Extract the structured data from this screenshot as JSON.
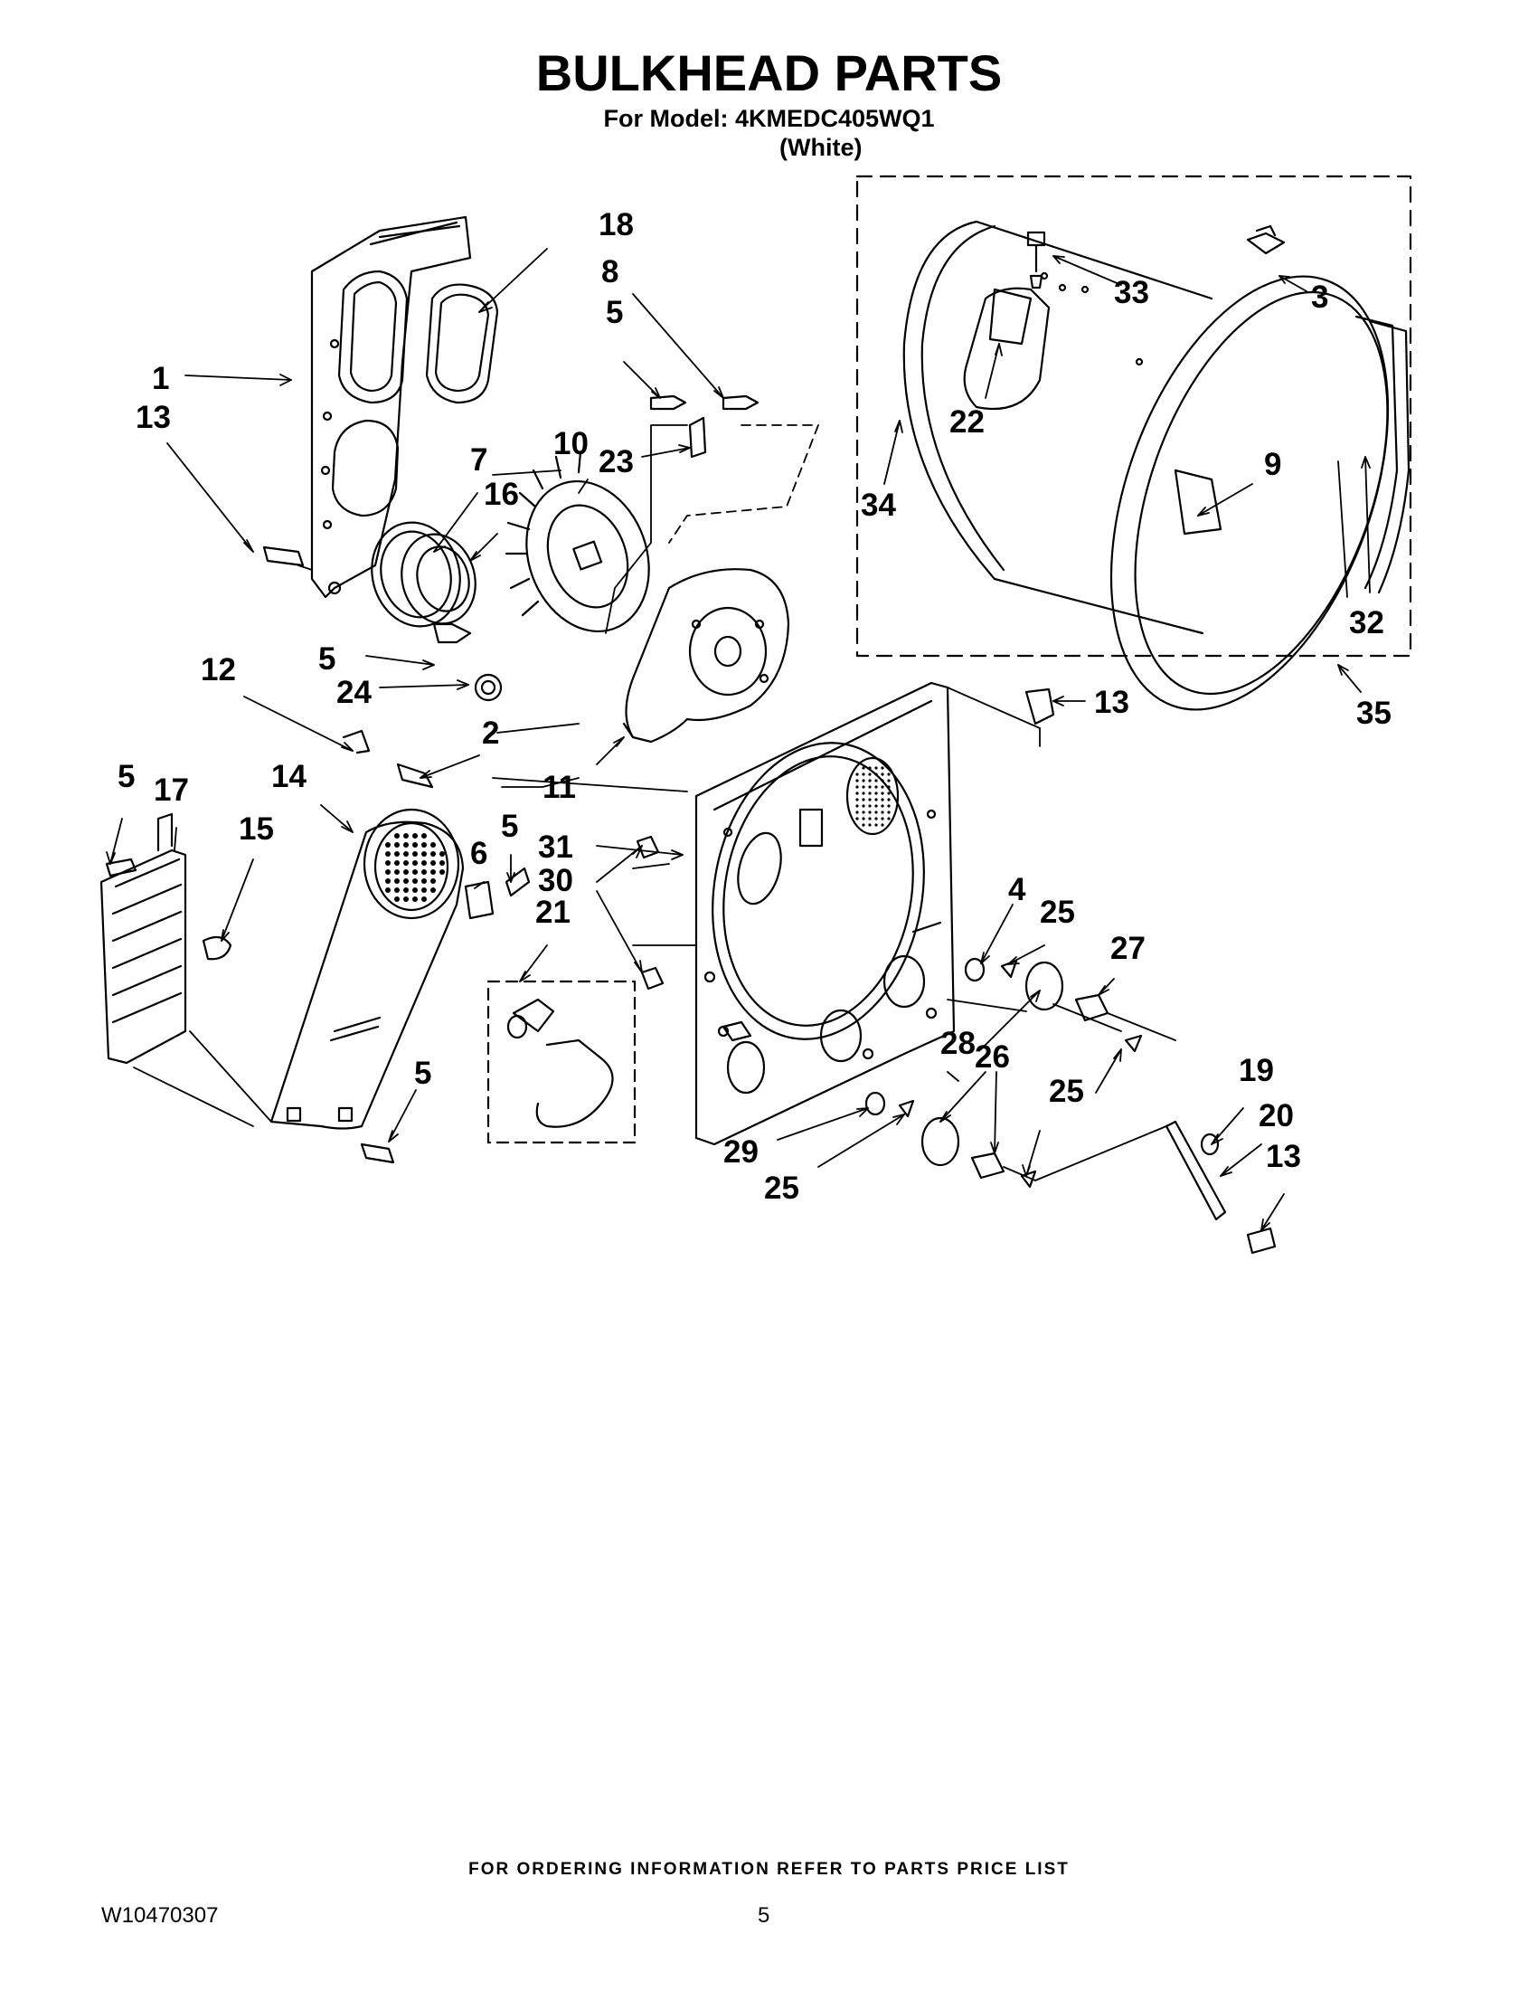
{
  "header": {
    "title": "BULKHEAD PARTS",
    "model_line": "For Model: 4KMEDC405WQ1",
    "color_line": "(White)"
  },
  "diagram": {
    "callouts": [
      "1",
      "13",
      "18",
      "8",
      "5",
      "23",
      "10",
      "7",
      "16",
      "5",
      "24",
      "12",
      "2",
      "11",
      "33",
      "3",
      "22",
      "34",
      "9",
      "32",
      "35",
      "13",
      "5",
      "17",
      "14",
      "15",
      "5",
      "6",
      "21",
      "31",
      "30",
      "4",
      "25",
      "27",
      "28",
      "26",
      "25",
      "29",
      "25",
      "19",
      "20",
      "13",
      "5"
    ]
  },
  "footer": {
    "ordering_note": "FOR ORDERING INFORMATION REFER TO PARTS PRICE LIST",
    "doc_number": "W10470307",
    "page_number": "5"
  }
}
